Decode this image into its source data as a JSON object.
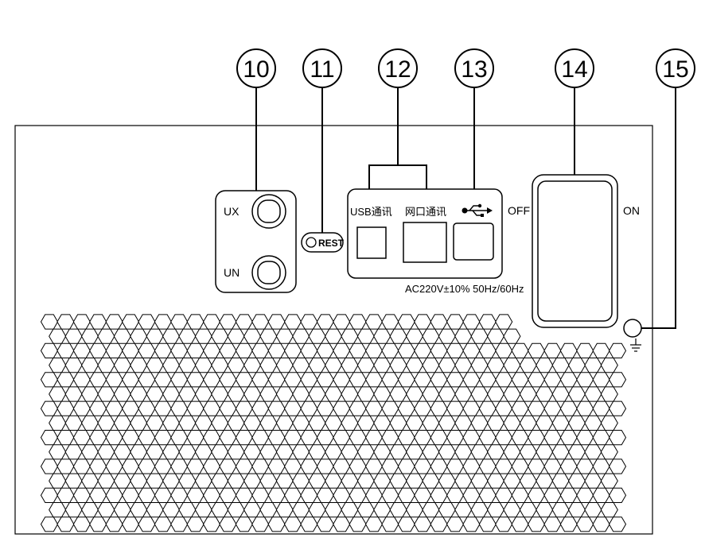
{
  "callouts": [
    "10",
    "11",
    "12",
    "13",
    "14",
    "15"
  ],
  "terminals": {
    "ux_label": "UX",
    "un_label": "UN"
  },
  "reset": {
    "label": "REST"
  },
  "ports": {
    "usb_label": "USB通讯",
    "lan_label": "网口通讯",
    "usb_icon": "usb-trident-icon"
  },
  "power": {
    "rating": "AC220V±10% 50Hz/60Hz",
    "off_label": "OFF",
    "on_label": "ON"
  },
  "ground": {
    "icon": "ground-icon"
  },
  "colors": {
    "stroke": "#000000",
    "background": "#ffffff"
  }
}
